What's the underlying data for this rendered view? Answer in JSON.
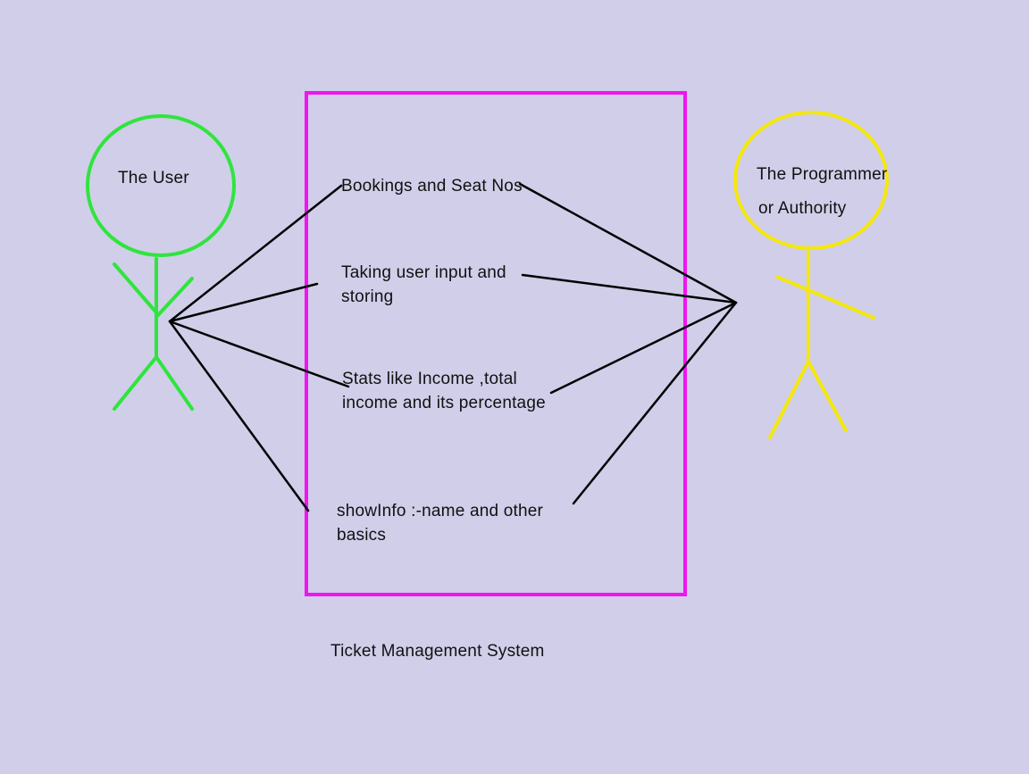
{
  "diagram": {
    "background_color": "#d0cee9",
    "system": {
      "caption": "Ticket Management System",
      "border_color": "#f015f0"
    },
    "actors": {
      "user": {
        "name": "The User",
        "color": "#2fe53c"
      },
      "programmer": {
        "name_line1": "The Programmer",
        "name_line2": "or Authority",
        "color": "#f5e80f"
      }
    },
    "use_cases": [
      {
        "line1": "Bookings and Seat Nos",
        "line2": ""
      },
      {
        "line1": "Taking user input and",
        "line2": "storing"
      },
      {
        "line1": "Stats like Income ,total",
        "line2": "income and its percentage"
      },
      {
        "line1": "showInfo :-name and other",
        "line2": "basics"
      }
    ],
    "connector_color": "#000000"
  }
}
